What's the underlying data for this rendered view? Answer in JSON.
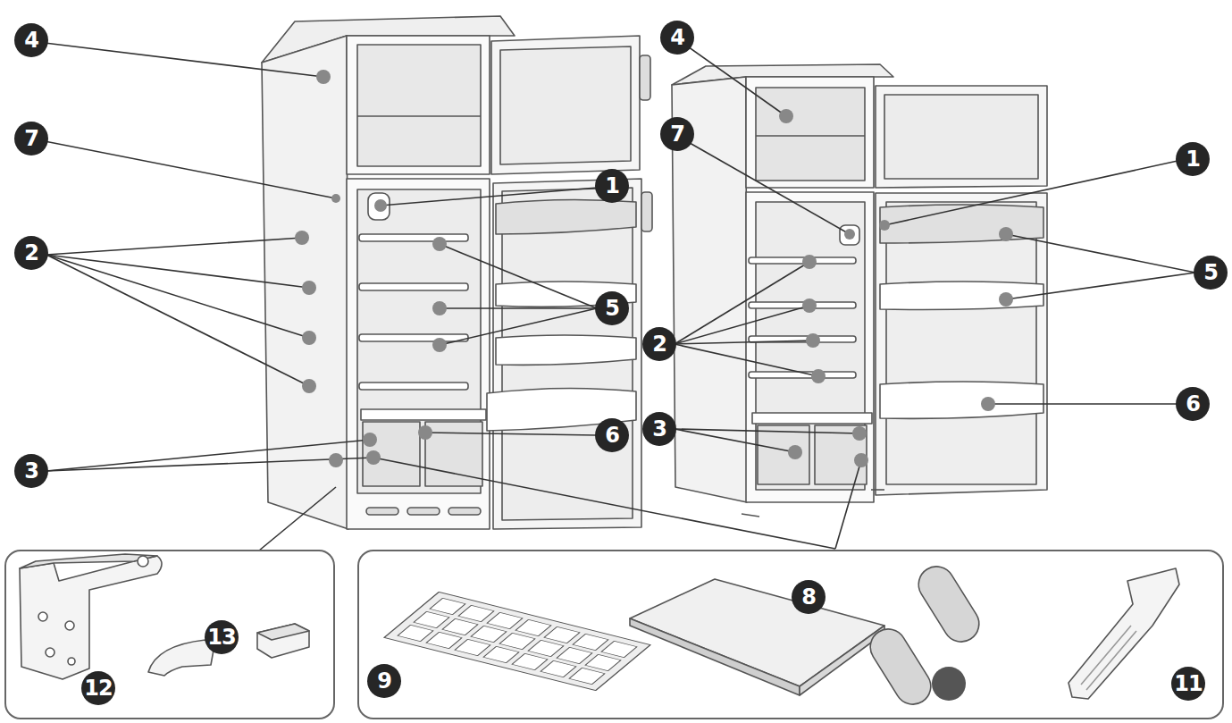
{
  "diagram": {
    "nodes": [
      {
        "text": [
          "13",
          "12"
        ]
      },
      {
        "text": [
          "9",
          "8",
          "11"
        ]
      }
    ],
    "labels": [
      "4",
      "4",
      "7",
      "7",
      "1",
      "1",
      "2",
      "5",
      "5",
      "2",
      "6",
      "3",
      "6",
      "3"
    ]
  }
}
